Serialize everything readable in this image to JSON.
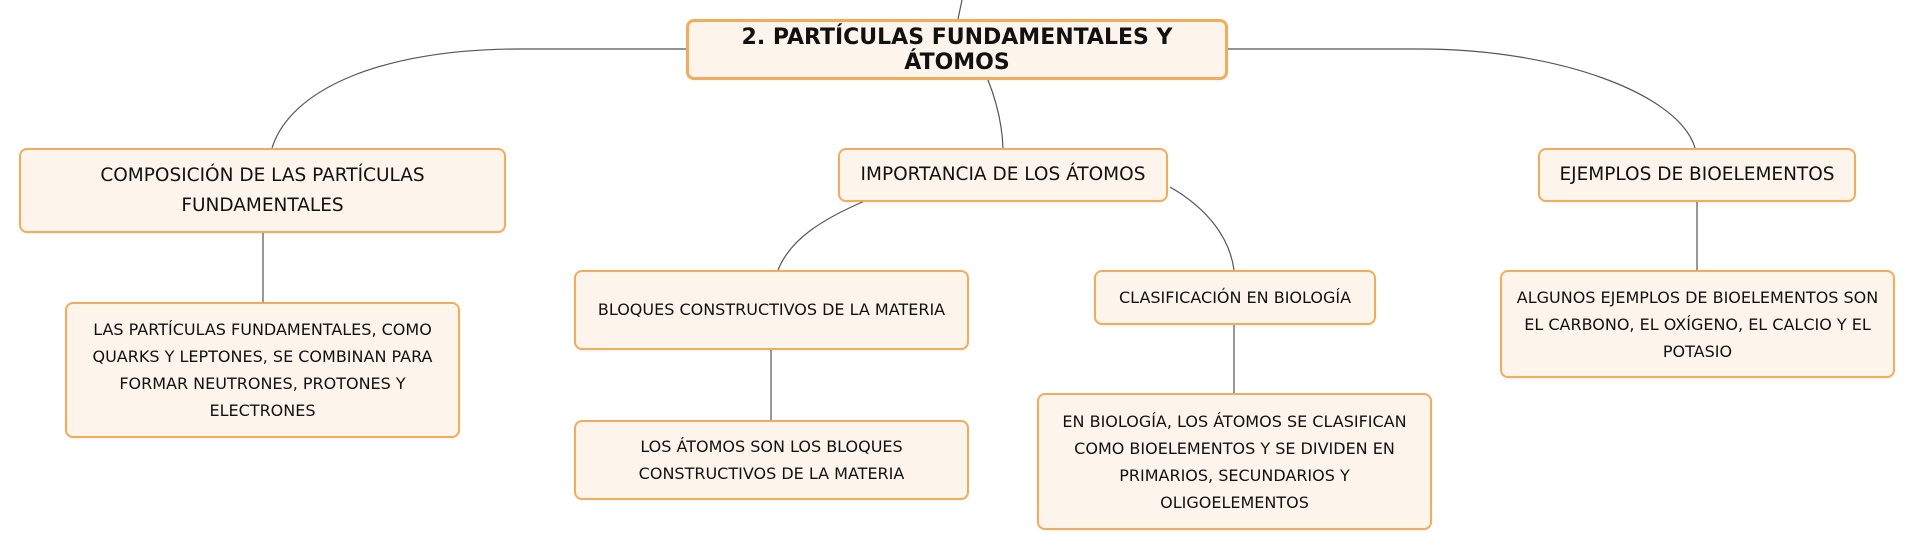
{
  "colors": {
    "node_fill": "#fdf5ec",
    "node_border": "#f2ad5c",
    "connector": "#555555",
    "text": "#111111"
  },
  "root": {
    "label": "2. PARTÍCULAS FUNDAMENTALES Y ÁTOMOS"
  },
  "branches": {
    "composicion": {
      "label": "COMPOSICIÓN DE LAS PARTÍCULAS FUNDAMENTALES",
      "detail": "LAS PARTÍCULAS FUNDAMENTALES, COMO QUARKS Y LEPTONES, SE COMBINAN PARA FORMAR NEUTRONES, PROTONES Y ELECTRONES"
    },
    "importancia": {
      "label": "IMPORTANCIA DE LOS ÁTOMOS",
      "bloques": {
        "label": "BLOQUES CONSTRUCTIVOS DE LA MATERIA",
        "detail": "LOS ÁTOMOS SON LOS BLOQUES CONSTRUCTIVOS DE LA MATERIA"
      },
      "clasificacion": {
        "label": "CLASIFICACIÓN EN BIOLOGÍA",
        "detail": "EN BIOLOGÍA, LOS ÁTOMOS SE CLASIFICAN COMO BIOELEMENTOS Y SE DIVIDEN EN PRIMARIOS, SECUNDARIOS Y OLIGOELEMENTOS"
      }
    },
    "ejemplos": {
      "label": "EJEMPLOS DE BIOELEMENTOS",
      "detail": "ALGUNOS EJEMPLOS DE BIOELEMENTOS SON EL CARBONO, EL OXÍGENO, EL CALCIO Y EL POTASIO"
    }
  }
}
